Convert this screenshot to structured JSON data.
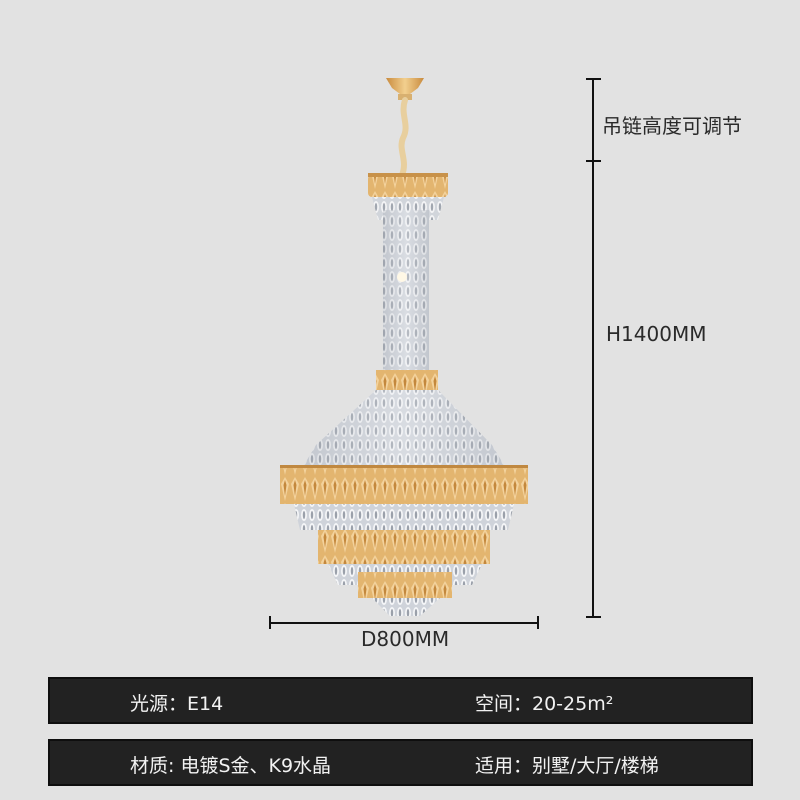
{
  "dimensions": {
    "chain_label": "吊链高度可调节",
    "height_label": "H1400MM",
    "diameter_label": "D800MM"
  },
  "specs": {
    "row1": {
      "left": "光源：E14",
      "right": "空间：20-25m²"
    },
    "row2": {
      "left": "材质: 电镀S金、K9水晶",
      "right": "适用：别墅/大厅/楼梯"
    }
  },
  "colors": {
    "background": "#e2e2e2",
    "spec_box": "#222222",
    "spec_text": "#f2f2f2",
    "gold": "#d9a65a",
    "crystal": "#c9ced6"
  },
  "product": {
    "image": "gold-crystal-chandelier"
  }
}
